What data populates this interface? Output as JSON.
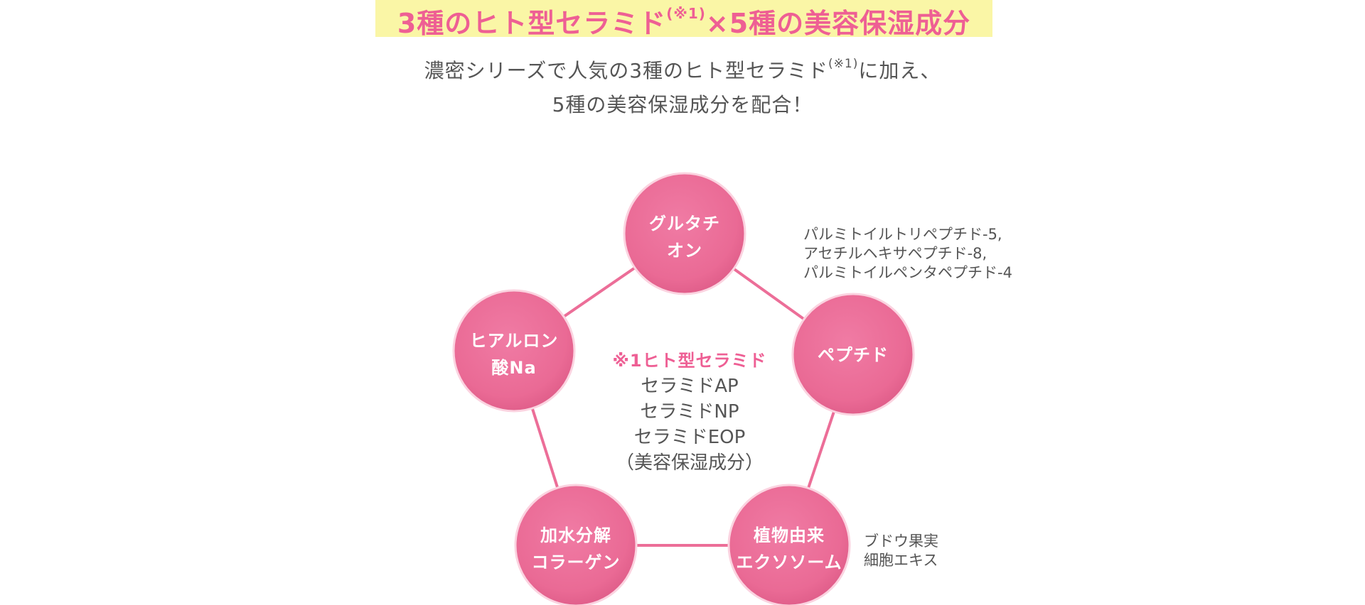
{
  "headline": {
    "main": "3種のヒト型セラミド",
    "sup": "(※1)",
    "rest": "×5種の美容保湿成分"
  },
  "subtitle": {
    "line1_pre": "濃密シリーズで人気の3種のヒト型セラミド",
    "line1_sup": "(※1)",
    "line1_post": "に加え、",
    "line2": "5種の美容保湿成分を配合！"
  },
  "colors": {
    "accent": "#ee5f94",
    "node_fill": "#ec6e98",
    "connector": "#ec6e98",
    "highlight": "#faf6a6"
  },
  "nodes": [
    {
      "id": "glutathione",
      "line1": "グルタチ",
      "line2": "オン"
    },
    {
      "id": "peptide",
      "line1": "ペプチド",
      "line2": ""
    },
    {
      "id": "exosome",
      "line1": "植物由来",
      "line2": "エクソソーム"
    },
    {
      "id": "collagen",
      "line1": "加水分解",
      "line2": "コラーゲン"
    },
    {
      "id": "hyaluronic",
      "line1": "ヒアルロン",
      "line2": "酸Na"
    }
  ],
  "center": {
    "title": "※1ヒト型セラミド",
    "items": [
      "セラミドAP",
      "セラミドNP",
      "セラミドEOP",
      "（美容保湿成分）"
    ]
  },
  "notes": {
    "peptide": [
      "パルミトイルトリペプチド-5,",
      "アセチルヘキサペプチド-8,",
      "パルミトイルペンタペプチド-4"
    ],
    "exosome": [
      "ブドウ果実",
      "細胞エキス"
    ]
  }
}
